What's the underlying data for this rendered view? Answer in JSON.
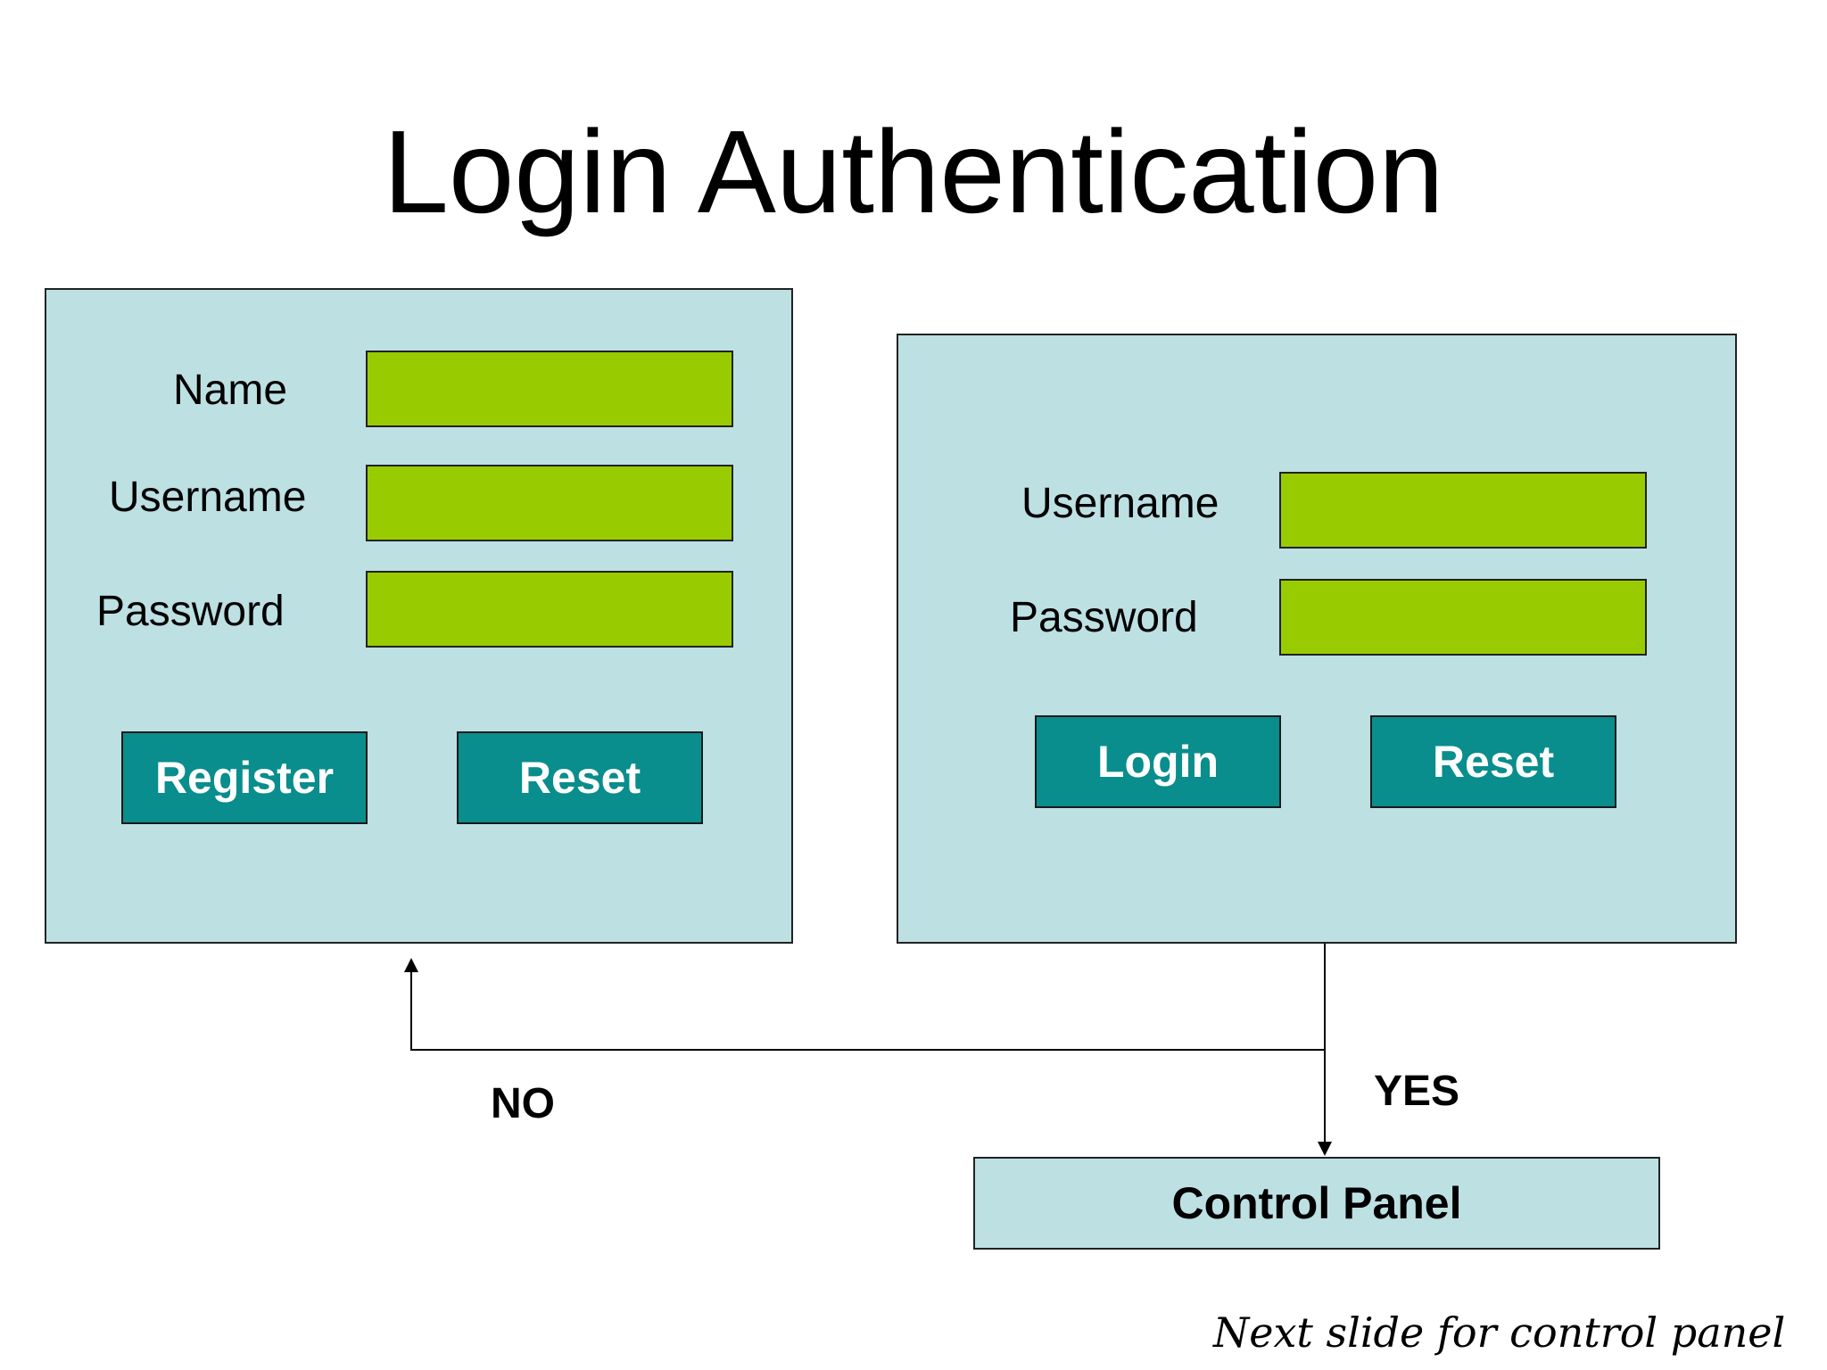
{
  "title": "Login Authentication",
  "register_panel": {
    "fields": [
      {
        "label": "Name",
        "value": ""
      },
      {
        "label": "Username",
        "value": ""
      },
      {
        "label": "Password",
        "value": ""
      }
    ],
    "buttons": {
      "register": "Register",
      "reset": "Reset"
    }
  },
  "login_panel": {
    "fields": [
      {
        "label": "Username",
        "value": ""
      },
      {
        "label": "Password",
        "value": ""
      }
    ],
    "buttons": {
      "login": "Login",
      "reset": "Reset"
    }
  },
  "flow": {
    "no_label": "NO",
    "yes_label": "YES",
    "control_panel": "Control Panel"
  },
  "note": "Next slide for control panel",
  "colors": {
    "panel": "#bde0e3",
    "field": "#99cc00",
    "button": "#098d8d",
    "button_text": "#ffffff"
  }
}
